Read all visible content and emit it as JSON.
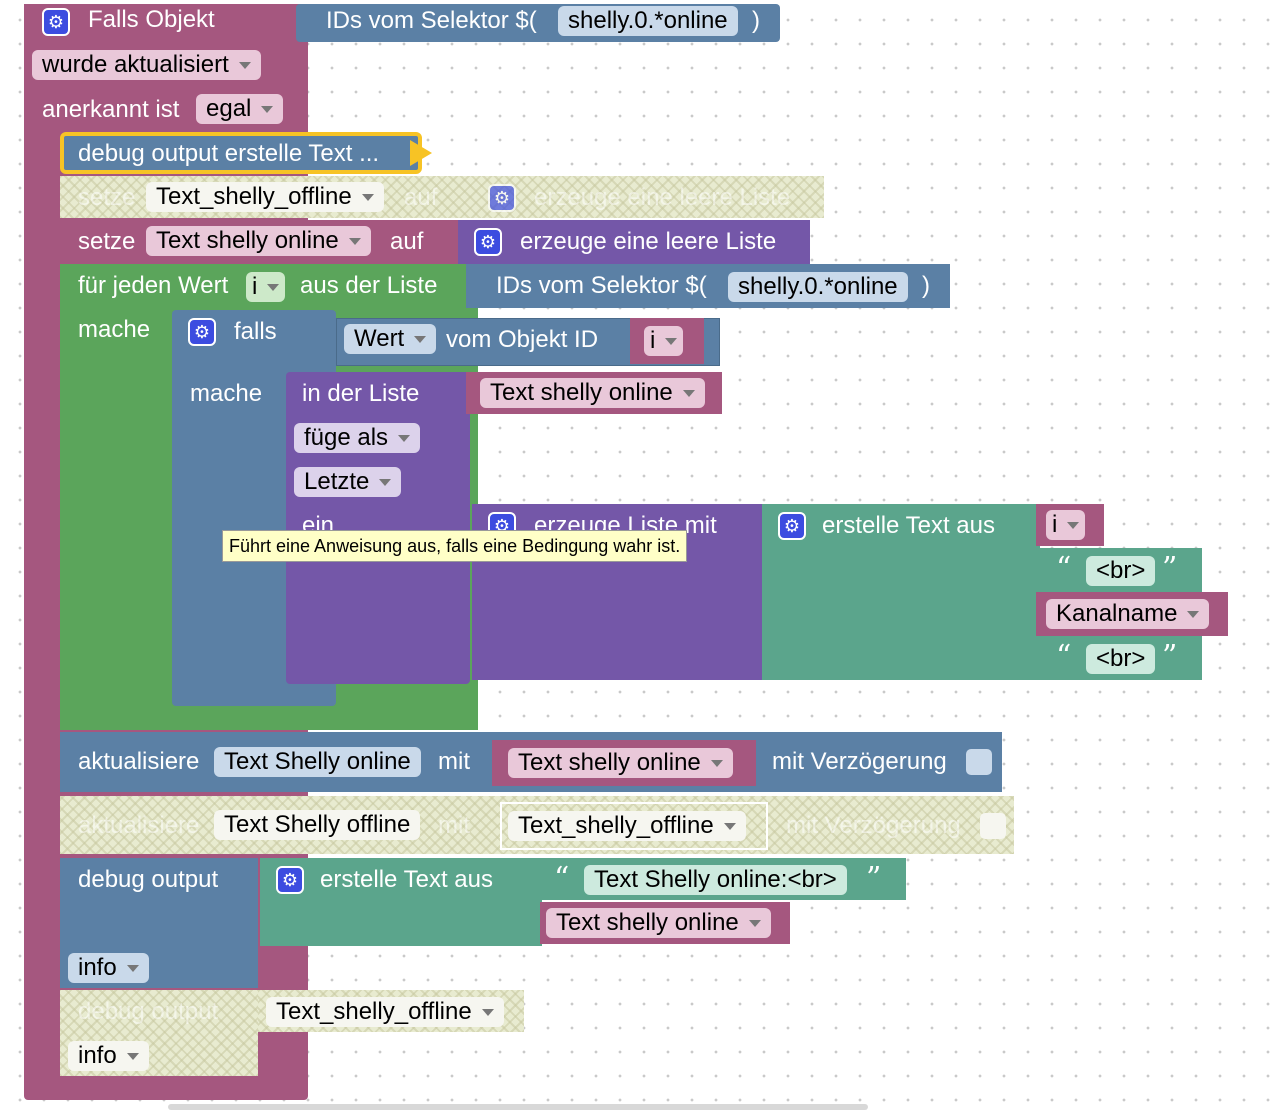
{
  "trigger": {
    "falls_objekt": "Falls Objekt",
    "ids_vom_selektor": "IDs vom Selektor $(",
    "selector": "shelly.0.*online",
    "close_paren": ")",
    "wurde_aktualisiert": "wurde aktualisiert",
    "anerkannt_ist": "anerkannt ist",
    "egal": "egal"
  },
  "debug_block": {
    "label": "debug output erstelle Text ..."
  },
  "setze_offline": {
    "setze": "setze",
    "var": "Text_shelly_offline",
    "auf": "auf",
    "list": "erzeuge eine leere Liste"
  },
  "setze_online": {
    "setze": "setze",
    "var": "Text shelly online",
    "auf": "auf",
    "list": "erzeuge eine leere Liste"
  },
  "loop": {
    "fuer_jeden_wert": "für jeden Wert",
    "var": "i",
    "aus_der_liste": "aus der Liste",
    "ids_vom_selektor": "IDs vom Selektor $(",
    "selector": "shelly.0.*online",
    "close_paren": ")",
    "mache": "mache"
  },
  "if_block": {
    "falls": "falls",
    "mache": "mache",
    "wert": "Wert",
    "vom_objekt_id": "vom Objekt ID",
    "var": "i"
  },
  "list_insert": {
    "in_der_liste": "in der Liste",
    "list_var": "Text shelly online",
    "fuege_als": "füge als",
    "letzte": "Letzte",
    "ein": "ein",
    "erzeuge_liste_mit": "erzeuge Liste mit"
  },
  "text_join": {
    "erstelle_text_aus": "erstelle Text aus",
    "item1": "i",
    "item2": "<br>",
    "item3": "Kanalname",
    "item4": "<br>"
  },
  "tooltip": "Führt eine Anweisung aus, falls eine Bedingung wahr ist.",
  "update_online": {
    "aktualisiere": "aktualisiere",
    "target": "Text Shelly online",
    "mit": "mit",
    "value": "Text shelly online",
    "mit_verzoegerung": "mit Verzögerung"
  },
  "update_offline": {
    "aktualisiere": "aktualisiere",
    "target": "Text Shelly offline",
    "mit": "mit",
    "value": "Text_shelly_offline",
    "mit_verzoegerung": "mit Verzögerung"
  },
  "debug_online": {
    "debug_output": "debug output",
    "erstelle_text_aus": "erstelle Text aus",
    "text": "Text Shelly online:<br>",
    "var": "Text shelly online",
    "level": "info"
  },
  "debug_offline": {
    "debug_output": "debug output",
    "var": "Text_shelly_offline",
    "level": "info"
  },
  "colors": {
    "event": "#a5577f",
    "loop": "#5ba55b",
    "logic": "#5b80a5",
    "list": "#7457a8",
    "text": "#5ba58c",
    "highlight": "#f7c325"
  }
}
